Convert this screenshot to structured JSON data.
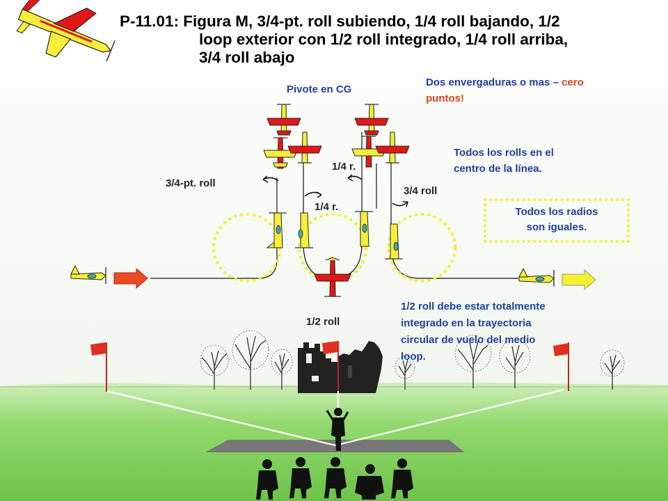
{
  "title": {
    "line1": "P-11.01: Figura M, 3/4-pt. roll subiendo, 1/4  roll bajando, 1/2",
    "line2": "loop exterior con 1/2 roll integrado, 1/4 roll arriba,",
    "line3": "3/4 roll abajo"
  },
  "labels": {
    "pivot": "Pivote en CG",
    "three_quarter_pt_roll": "3/4-pt. roll",
    "quarter_roll_top": "1/4 r.",
    "quarter_roll_down": "1/4 r.",
    "three_quarter_roll": "3/4 roll",
    "half_roll": "1/2 roll"
  },
  "notes": {
    "wingspan_prefix": "Dos envergaduras o mas – ",
    "wingspan_highlight": "cero",
    "wingspan_line2": "puntos!",
    "rolls_line1": "Todos los rolls en el",
    "rolls_line2": "centro de la línea.",
    "radii_line1": "Todos los radios",
    "radii_line2": "son iguales.",
    "integrated_line1": "1/2 roll debe estar totalmente",
    "integrated_line2": "integrado en la trayectoria",
    "integrated_line3": "circular de vuelo del medio",
    "integrated_line4": "loop."
  },
  "colors": {
    "label_blue": "#1f3f9f",
    "highlight_red": "#e0441c",
    "loop_dots": "#f3ef2a",
    "arrow_entry": "#ea4a24",
    "arrow_exit": "#f6f02e",
    "plane_red": "#e01818",
    "plane_yellow": "#f6ee3a",
    "grass": "#7fcf5a",
    "flag": "#e03020"
  }
}
